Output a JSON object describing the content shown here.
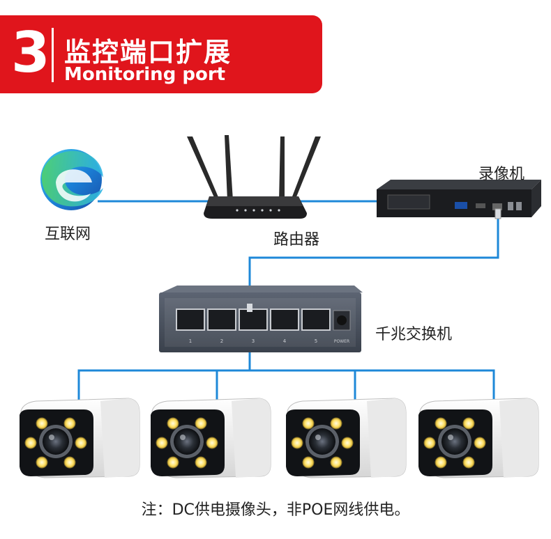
{
  "banner": {
    "number": "3",
    "title_cn": "监控端口扩展",
    "title_en": "Monitoring port"
  },
  "labels": {
    "internet": "互联网",
    "router": "路由器",
    "nvr": "录像机",
    "switch": "千兆交换机"
  },
  "switch_ports": [
    "1",
    "2",
    "3",
    "4",
    "5"
  ],
  "switch_power": "POWER",
  "note": "注：DC供电摄像头，非POE网线供电。",
  "colors": {
    "banner": "#e0151c",
    "cable": "#1e88d8"
  }
}
